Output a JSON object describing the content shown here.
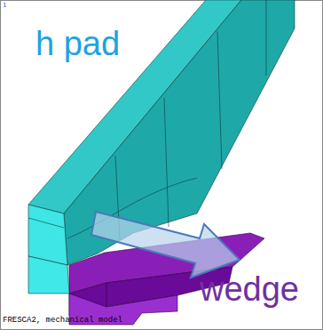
{
  "diagram": {
    "labels": [
      "1",
      "h pad",
      "wedge",
      "FRESCA2, mechanical model"
    ]
  }
}
